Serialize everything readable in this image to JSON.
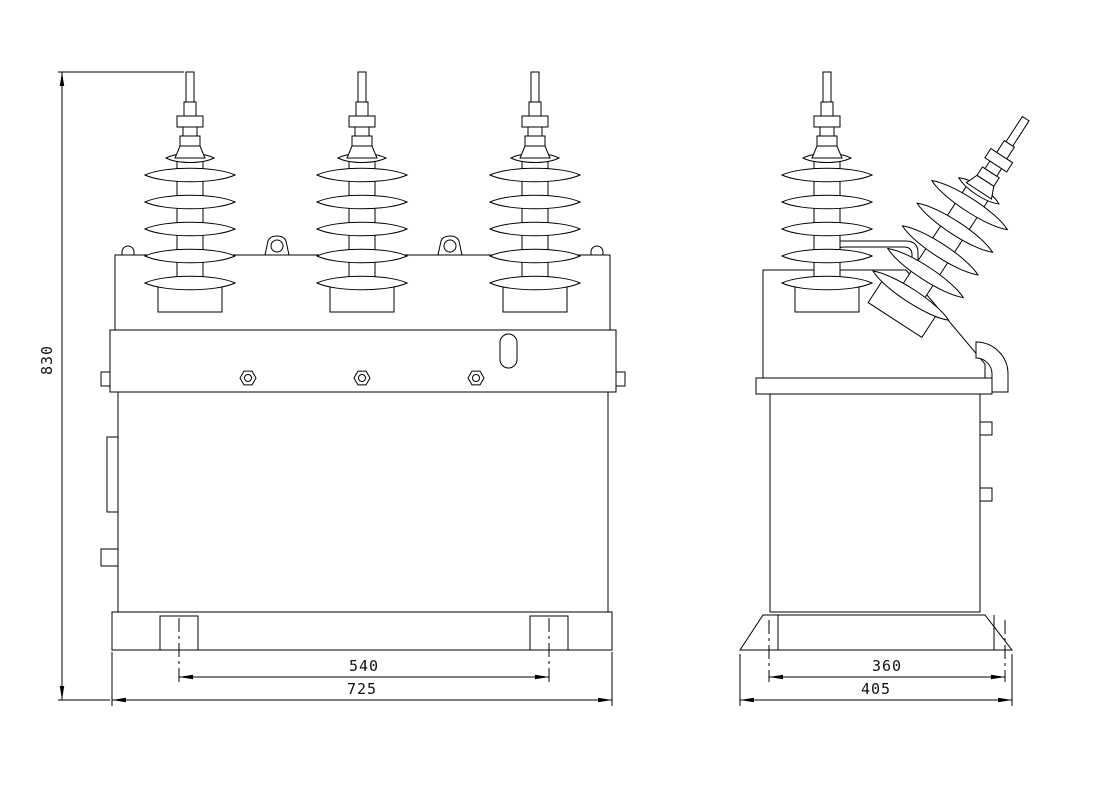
{
  "drawing": {
    "views": {
      "front": {
        "dimensions": {
          "height": "830",
          "foot_spacing": "540",
          "overall_width": "725"
        }
      },
      "side": {
        "dimensions": {
          "foot_spacing": "360",
          "overall_depth": "405"
        }
      }
    },
    "colors": {
      "line": "#000000",
      "background": "#ffffff"
    }
  }
}
